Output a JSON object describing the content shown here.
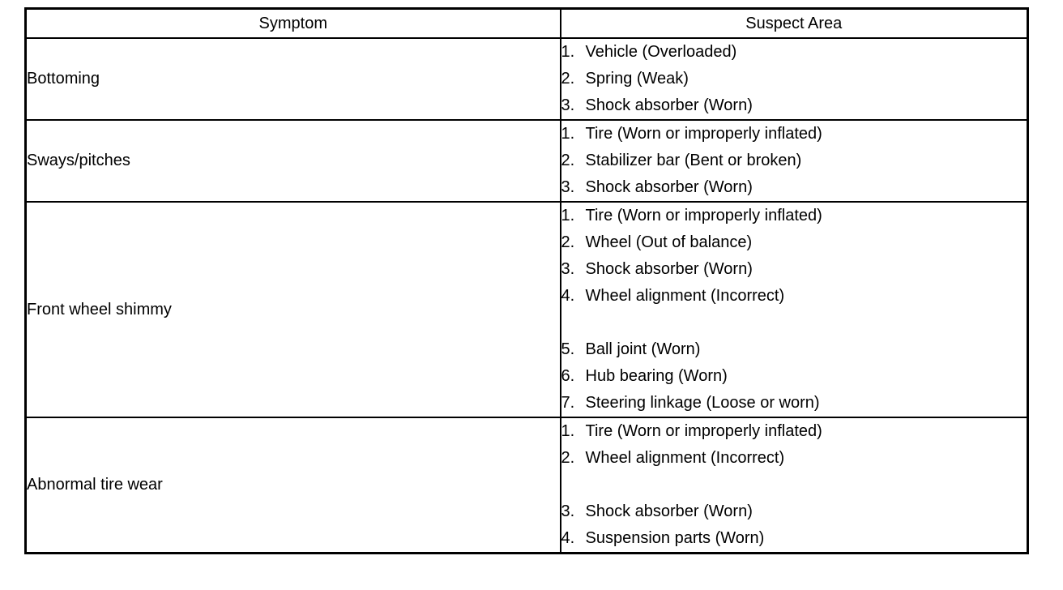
{
  "table": {
    "headers": {
      "symptom": "Symptom",
      "suspect_area": "Suspect Area"
    },
    "rows": [
      {
        "symptom": "Bottoming",
        "items": [
          {
            "num": "1.",
            "text": "Vehicle (Overloaded)"
          },
          {
            "num": "2.",
            "text": "Spring (Weak)"
          },
          {
            "num": "3.",
            "text": "Shock absorber (Worn)"
          }
        ]
      },
      {
        "symptom": "Sways/pitches",
        "items": [
          {
            "num": "1.",
            "text": "Tire (Worn or improperly inflated)"
          },
          {
            "num": "2.",
            "text": "Stabilizer bar (Bent or broken)"
          },
          {
            "num": "3.",
            "text": "Shock absorber (Worn)"
          }
        ]
      },
      {
        "symptom": "Front wheel shimmy",
        "items": [
          {
            "num": "1.",
            "text": "Tire (Worn or improperly inflated)"
          },
          {
            "num": "2.",
            "text": "Wheel (Out of balance)"
          },
          {
            "num": "3.",
            "text": "Shock absorber (Worn)"
          },
          {
            "num": "4.",
            "text": "Wheel alignment (Incorrect)"
          },
          {
            "num": "5.",
            "text": "Ball joint (Worn)"
          },
          {
            "num": "6.",
            "text": "Hub bearing (Worn)"
          },
          {
            "num": "7.",
            "text": "Steering linkage (Loose or worn)"
          }
        ]
      },
      {
        "symptom": "Abnormal tire wear",
        "items": [
          {
            "num": "1.",
            "text": "Tire (Worn or improperly inflated)"
          },
          {
            "num": "2.",
            "text": "Wheel alignment (Incorrect)"
          },
          {
            "num": "3.",
            "text": "Shock absorber (Worn)"
          },
          {
            "num": "4.",
            "text": "Suspension parts (Worn)"
          }
        ]
      }
    ]
  }
}
